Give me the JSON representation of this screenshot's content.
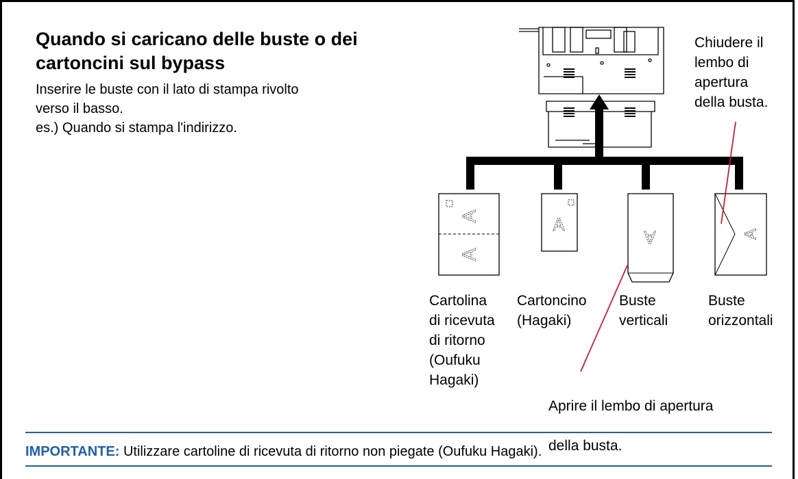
{
  "section": {
    "title_line1": "Quando si caricano delle buste o dei",
    "title_line2": "cartoncini sul bypass",
    "body_line1": "Inserire le buste con il lato di stampa rivolto",
    "body_line2": "verso il basso.",
    "body_line3": "es.) Quando si stampa l'indirizzo."
  },
  "diagram": {
    "callout_close": "Chiudere il\nlembo di\napertura\ndella busta.",
    "callout_open_line1": "Aprire il lembo di apertura",
    "callout_open_line2": "della busta.",
    "media": [
      {
        "label": "Cartolina\ndi ricevuta\ndi ritorno\n(Oufuku\nHagaki)"
      },
      {
        "label": "Cartoncino\n(Hagaki)"
      },
      {
        "label": "Buste\nverticali"
      },
      {
        "label": "Buste\norizzontali"
      }
    ],
    "glyph": "A",
    "callout_color": "#e8001c"
  },
  "note": {
    "keyword": "IMPORTANTE:",
    "text": " Utilizzare cartoline di ricevuta di ritorno non piegate (Oufuku Hagaki).",
    "accent_color": "#1f5fae"
  }
}
